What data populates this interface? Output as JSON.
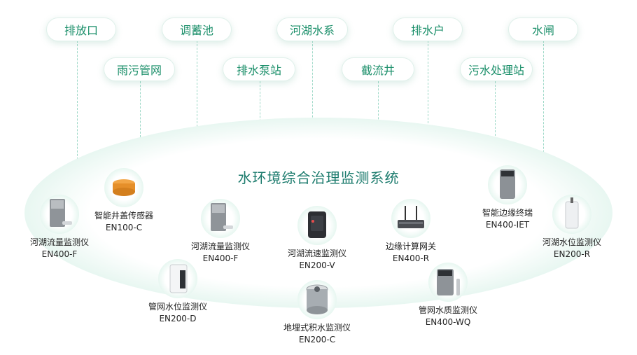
{
  "top_tags": [
    "排放口",
    "雨污管网",
    "调蓄池",
    "排水泵站",
    "河湖水系",
    "截流井",
    "排水户",
    "污水处理站",
    "水闸"
  ],
  "system_title": "水环境综合治理监测系统",
  "devices": [
    {
      "name": "河湖流量监测仪",
      "model": "EN400-F",
      "icon": "flow-meter-icon"
    },
    {
      "name": "智能井盖传感器",
      "model": "EN100-C",
      "icon": "manhole-sensor-icon"
    },
    {
      "name": "河湖流量监测仪",
      "model": "EN400-F",
      "icon": "flow-meter-icon"
    },
    {
      "name": "河湖流速监测仪",
      "model": "EN200-V",
      "icon": "velocity-meter-icon"
    },
    {
      "name": "边缘计算网关",
      "model": "EN400-R",
      "icon": "gateway-icon"
    },
    {
      "name": "智能边缘终端",
      "model": "EN400-IET",
      "icon": "edge-terminal-icon"
    },
    {
      "name": "河湖水位监测仪",
      "model": "EN200-R",
      "icon": "level-meter-icon"
    },
    {
      "name": "管网水位监测仪",
      "model": "EN200-D",
      "icon": "pipe-level-meter-icon"
    },
    {
      "name": "地埋式积水监测仪",
      "model": "EN200-C",
      "icon": "buried-water-sensor-icon"
    },
    {
      "name": "管网水质监测仪",
      "model": "EN400-WQ",
      "icon": "water-quality-meter-icon"
    }
  ]
}
